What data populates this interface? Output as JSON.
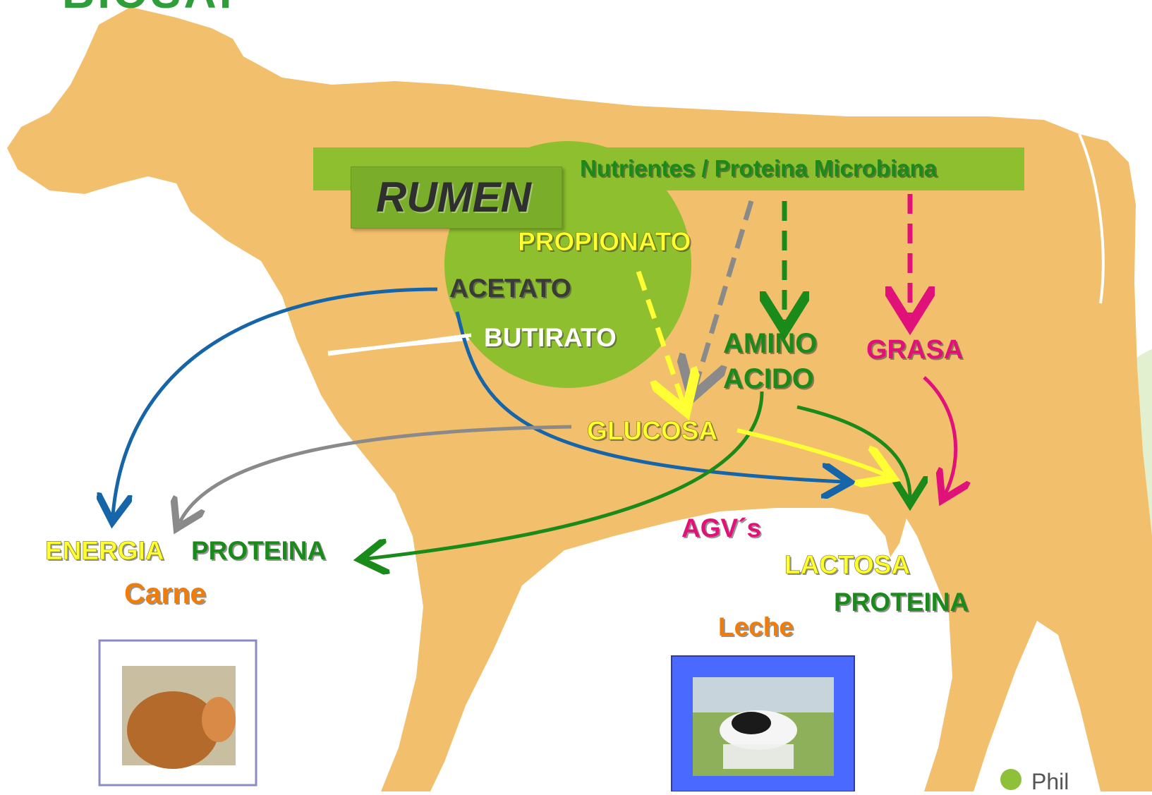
{
  "colors": {
    "body": "#f2bf6c",
    "rumen_circle": "#8dbf2e",
    "bar": "#8dbf2e",
    "blue_arrow": "#1565a8",
    "gray_arrow": "#8a8a8a",
    "green_arrow": "#1a8a1a",
    "yellow_arrow": "#ffff33",
    "pink_arrow": "#e0127a"
  },
  "header": {
    "logo_text": "BIOSAF",
    "bar_text": "Nutrientes / Proteina Microbiana"
  },
  "rumen": {
    "title": "RUMEN",
    "propionato": "PROPIONATO",
    "acetato": "ACETATO",
    "butirato": "BUTIRATO"
  },
  "metabolites": {
    "amino_1": "AMINO",
    "amino_2": "ACIDO",
    "grasa": "GRASA",
    "glucosa": "GLUCOSA"
  },
  "meat": {
    "energia": "ENERGIA",
    "proteina": "PROTEINA",
    "carne": "Carne"
  },
  "milk": {
    "agvs": "AGV´s",
    "lactosa": "LACTOSA",
    "proteina": "PROTEINA",
    "leche": "Leche"
  },
  "footer": {
    "corner_text": "Phil"
  }
}
